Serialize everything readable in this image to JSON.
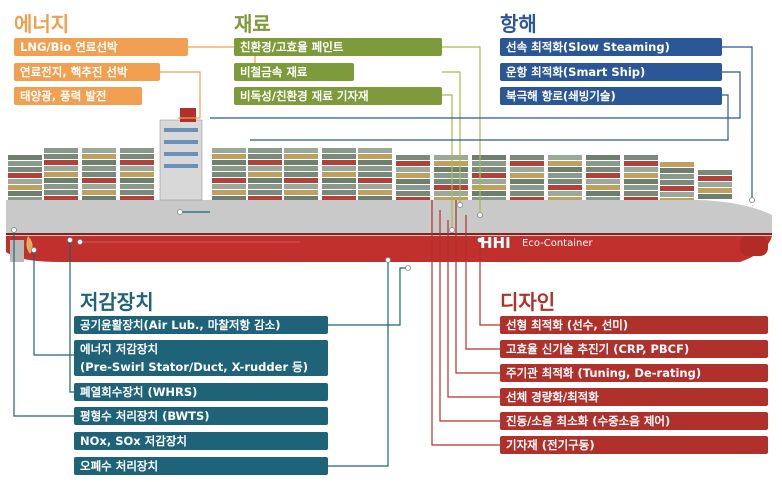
{
  "colors": {
    "energy": "#f0a050",
    "materials": "#7d9b3a",
    "operation": "#2c5796",
    "reduction": "#1f6379",
    "design": "#b0312c"
  },
  "energy": {
    "title": "에너지",
    "items": [
      "LNG/Bio 연료선박",
      "연료전지, 핵추진 선박",
      "태양광, 풍력 발전"
    ]
  },
  "materials": {
    "title": "재료",
    "items": [
      "친환경/고효율 페인트",
      "비철금속 재료",
      "비독성/친환경 재료 기자재"
    ]
  },
  "operation": {
    "title": "항해",
    "items": [
      "선속 최적화(Slow Steaming)",
      "운항 최적화(Smart Ship)",
      "북극해 항로(쇄빙기술)"
    ]
  },
  "reduction": {
    "title": "저감장치",
    "items": [
      "공기윤활장치(Air Lub., 마찰저항 감소)",
      "에너지 저감장치",
      "(Pre-Swirl Stator/Duct, X-rudder 등)",
      "폐열회수장치 (WHRS)",
      "평형수 처리장치 (BWTS)",
      "NOx, SOx 저감장치",
      "오폐수 처리장치"
    ]
  },
  "design": {
    "title": "디자인",
    "items": [
      "선형 최적화 (선수, 선미)",
      "고효율 신기술 추진기 (CRP, PBCF)",
      "주기관 최적화 (Tuning, De-rating)",
      "선체 경량화/최적화",
      "진동/소음 최소화 (수중소음 제어)",
      "기자재 (전기구동)"
    ]
  },
  "ship": {
    "brand": "HHI",
    "model": "Eco-Container"
  }
}
